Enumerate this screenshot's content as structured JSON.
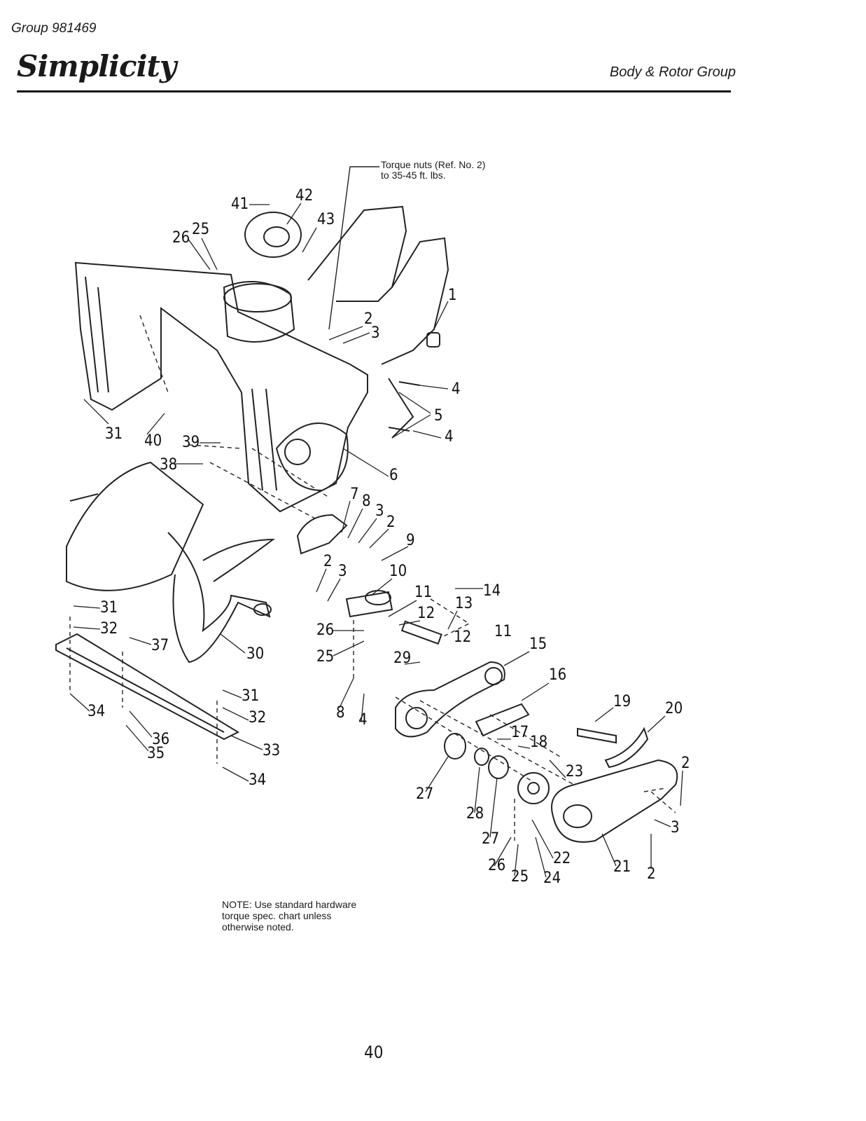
{
  "header": {
    "group": "Group 981469",
    "brand": "Simplicity",
    "section_title": "Body & Rotor Group"
  },
  "diagram": {
    "torque_note": "Torque nuts (Ref. No. 2)\nto 35-45 ft. lbs.",
    "callouts": [
      "1",
      "2",
      "3",
      "4",
      "5",
      "6",
      "7",
      "8",
      "9",
      "10",
      "11",
      "12",
      "13",
      "14",
      "15",
      "16",
      "17",
      "18",
      "19",
      "20",
      "21",
      "22",
      "23",
      "24",
      "25",
      "26",
      "27",
      "28",
      "29",
      "30",
      "31",
      "32",
      "33",
      "34",
      "35",
      "36",
      "37",
      "38",
      "39",
      "40",
      "41",
      "42",
      "43"
    ]
  },
  "note": "NOTE: Use standard hardware\ntorque spec. chart unless\notherwise noted.",
  "page_number": "40"
}
